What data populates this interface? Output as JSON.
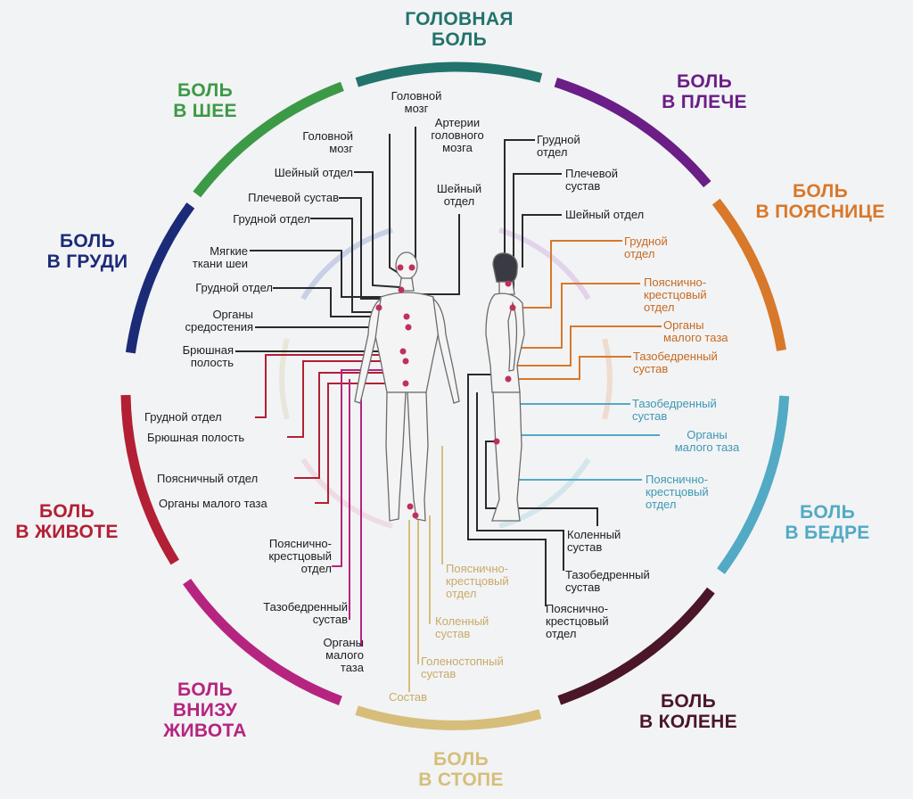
{
  "colors": {
    "head": "#22736b",
    "shoulder": "#6a1e86",
    "lowback": "#d8782a",
    "hip": "#52aac4",
    "knee": "#4a1628",
    "foot": "#d6be7a",
    "lowabd": "#b52580",
    "belly": "#b31f34",
    "chest": "#1c2b78",
    "neck": "#3c9a46",
    "text": "#1d1d1d",
    "dots": "#c0305a"
  },
  "categories": {
    "head": "ГОЛОВНАЯ\nБОЛЬ",
    "shoulder": "БОЛЬ\nВ ПЛЕЧЕ",
    "lowback": "БОЛЬ\nВ ПОЯСНИЦЕ",
    "hip": "БОЛЬ\nВ БЕДРЕ",
    "knee": "БОЛЬ\nВ КОЛЕНЕ",
    "foot": "БОЛЬ\nВ СТОПЕ",
    "lowabd": "БОЛЬ\nВНИЗУ\nЖИВОТА",
    "belly": "БОЛЬ\nВ ЖИВОТЕ",
    "chest": "БОЛЬ\nВ ГРУДИ",
    "neck": "БОЛЬ\nВ ШЕЕ"
  },
  "labels": {
    "head": [
      "Головной\nмозг",
      "Артерии\nголовного\nмозга",
      "Шейный\nотдел"
    ],
    "neck": [
      "Головной\nмозг",
      "Шейный отдел",
      "Плечевой сустав",
      "Грудной отдел"
    ],
    "chest": [
      "Мягкие\nткани шеи",
      "Грудной отдел",
      "Органы\nсредостения",
      "Брюшная\nполость"
    ],
    "shoulder": [
      "Грудной\nотдел",
      "Плечевой\nсустав",
      "Шейный отдел"
    ],
    "lowback": [
      "Грудной\nотдел",
      "Пояснично-\nкрестцовый\nотдел",
      "Органы\nмалого таза",
      "Тазобедренный\nсустав"
    ],
    "hip": [
      "Тазобедренный\nсустав",
      "Органы\nмалого таза",
      "Пояснично-\nкрестцовый\nотдел"
    ],
    "knee": [
      "Коленный\nсустав",
      "Тазобедренный\nсустав",
      "Пояснично-\nкрестцовый\nотдел"
    ],
    "belly": [
      "Грудной отдел",
      "Брюшная полость",
      "Поясничный отдел",
      "Органы малого таза"
    ],
    "lowabd": [
      "Пояснично-\nкрестцовый\nотдел",
      "Тазобедренный\nсустав",
      "Органы\nмалого\nтаза"
    ],
    "foot": [
      "Пояснично-\nкрестцовый\nотдел",
      "Коленный\nсустав",
      "Голеностопный\nсустав",
      "Состав"
    ]
  }
}
